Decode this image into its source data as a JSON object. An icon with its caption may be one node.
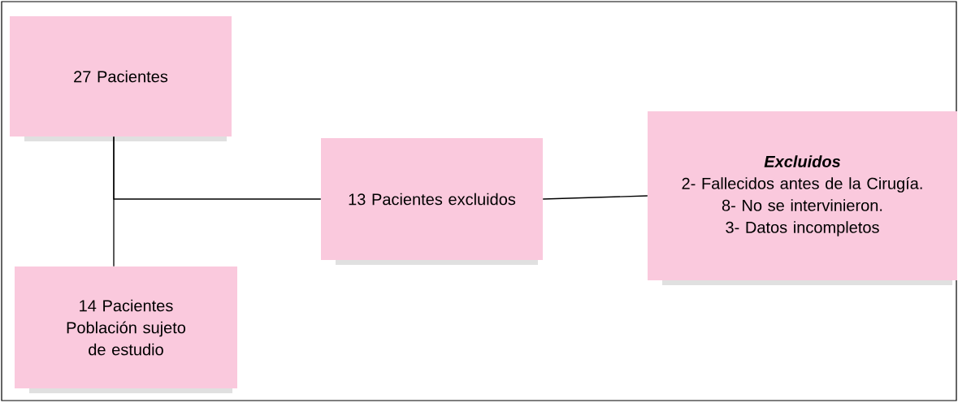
{
  "diagram": {
    "nodes": [
      {
        "text": [
          "27 Pacientes"
        ]
      },
      {
        "text": [
          "14 Pacientes",
          "Población sujeto de estudio"
        ]
      },
      {
        "text": [
          "13 Pacientes excluidos"
        ]
      },
      {
        "text": [
          "Excluidos",
          "2- Fallecidos antes de la Cirugía.",
          "8- No se intervinieron.",
          "3- Datos incompletos"
        ]
      }
    ],
    "edges": [
      {
        "from": 0,
        "to": 1,
        "arrow": "none"
      },
      {
        "from": 0,
        "to": 2,
        "arrow": "none"
      },
      {
        "from": 2,
        "to": 3,
        "arrow": "none"
      }
    ]
  }
}
